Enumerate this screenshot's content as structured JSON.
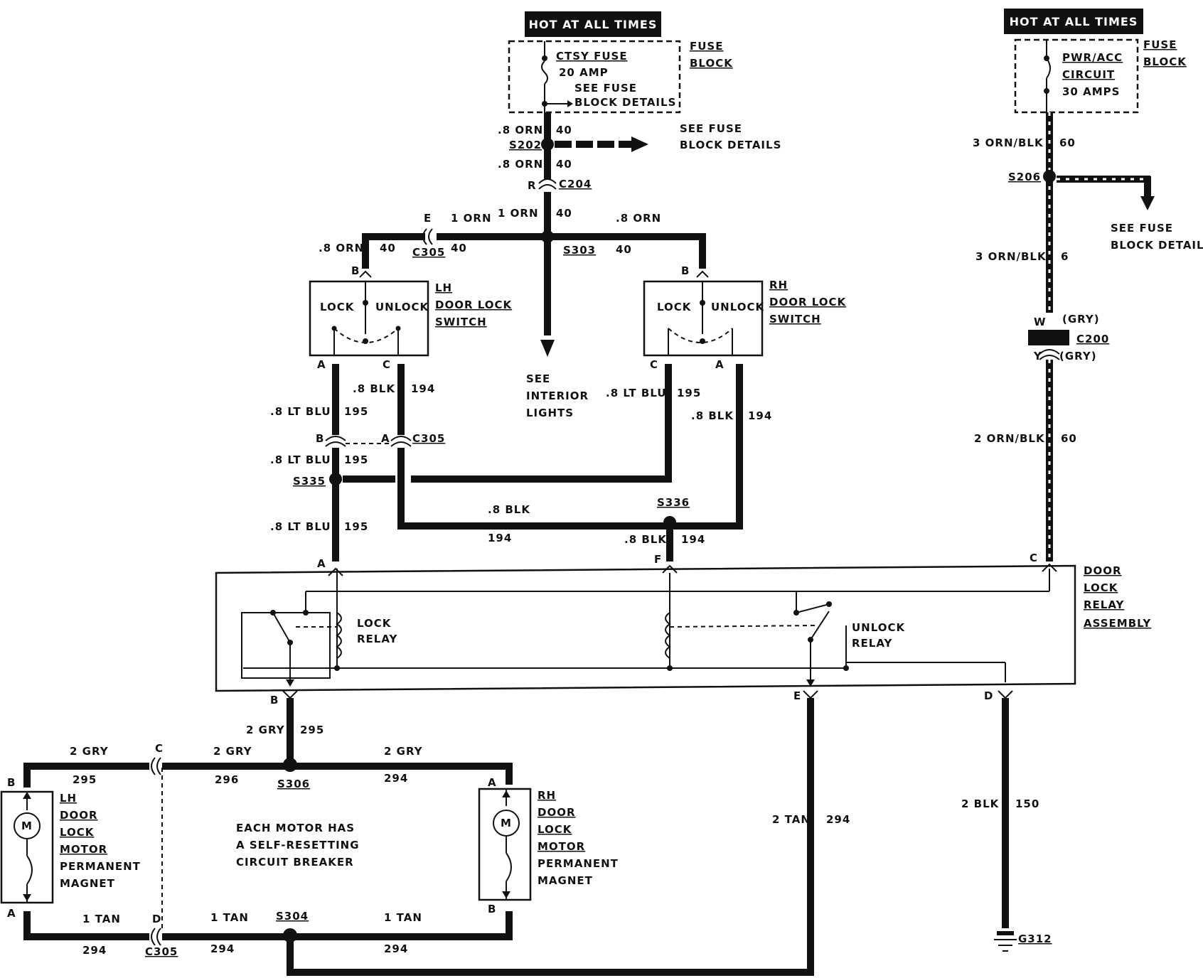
{
  "hot_labels": [
    "HOT AT ALL TIMES",
    "HOT AT ALL TIMES"
  ],
  "fuse_block_left": {
    "label1": "FUSE",
    "label2": "BLOCK",
    "fuse": "CTSY FUSE",
    "amp": "20 AMP",
    "see1": "SEE FUSE",
    "see2": "BLOCK DETAILS"
  },
  "fuse_block_right": {
    "label1": "FUSE",
    "label2": "BLOCK",
    "circuit1": "PWR/ACC",
    "circuit2": "CIRCUIT",
    "amp": "30 AMPS"
  },
  "see_fuse_left": [
    "SEE FUSE",
    "BLOCK DETAILS"
  ],
  "see_fuse_right": [
    "SEE FUSE",
    "BLOCK DETAILS"
  ],
  "see_interior": [
    "SEE",
    "INTERIOR",
    "LIGHTS"
  ],
  "lh_switch": {
    "title": [
      "LH",
      "DOOR LOCK",
      "SWITCH"
    ],
    "lock": "LOCK",
    "unlock": "UNLOCK",
    "pinB": "B",
    "pinA": "A",
    "pinC": "C"
  },
  "rh_switch": {
    "title": [
      "RH",
      "DOOR LOCK",
      "SWITCH"
    ],
    "lock": "LOCK",
    "unlock": "UNLOCK",
    "pinB": "B",
    "pinC": "C",
    "pinA": "A"
  },
  "relay_assembly": {
    "title": [
      "DOOR",
      "LOCK",
      "RELAY",
      "ASSEMBLY"
    ],
    "lock_relay": [
      "LOCK",
      "RELAY"
    ],
    "unlock_relay": [
      "UNLOCK",
      "RELAY"
    ],
    "pins": [
      "A",
      "F",
      "C",
      "B",
      "E",
      "D"
    ]
  },
  "lh_motor": {
    "title": [
      "LH",
      "DOOR",
      "LOCK",
      "MOTOR"
    ],
    "sub": [
      "PERMANENT",
      "MAGNET"
    ],
    "pinB": "B",
    "pinA": "A",
    "m": "M"
  },
  "rh_motor": {
    "title": [
      "RH",
      "DOOR",
      "LOCK",
      "MOTOR"
    ],
    "sub": [
      "PERMANENT",
      "MAGNET"
    ],
    "pinA": "A",
    "pinB": "B",
    "m": "M"
  },
  "note": [
    "EACH MOTOR HAS",
    "A SELF-RESETTING",
    "CIRCUIT BREAKER"
  ],
  "splices": {
    "s202": "S202",
    "s303": "S303",
    "s335": "S335",
    "s336": "S336",
    "s306": "S306",
    "s304": "S304",
    "s206": "S206"
  },
  "connectors": {
    "c204": "C204",
    "c204_pin": "R",
    "c305_top": "C305",
    "c305_top_pin": "E",
    "c305_mid": "C305",
    "c305_mid_pinA": "A",
    "c305_mid_pinB": "B",
    "c305_lh_c": "C",
    "c305_lh_d": "D",
    "c305_bottom": "C305",
    "c200": "C200",
    "c200_w": "W",
    "c200_y": "Y",
    "gry1": "(GRY)",
    "gry2": "(GRY)",
    "g312": "G312"
  },
  "wires": {
    "orn08": ".8 ORN",
    "n40": "40",
    "orn1": "1 ORN",
    "orn3_blk": "3 ORN/BLK",
    "orn2_blk": "2 ORN/BLK",
    "n60": "60",
    "n60b": "6",
    "ltblu": ".8 LT BLU",
    "n195": "195",
    "blk08": ".8 BLK",
    "n194": "194",
    "gry2": "2 GRY",
    "n295": "295",
    "n296": "296",
    "n294": "294",
    "tan1": "1 TAN",
    "tan2": "2 TAN",
    "blk2": "2 BLK",
    "n150": "150"
  }
}
